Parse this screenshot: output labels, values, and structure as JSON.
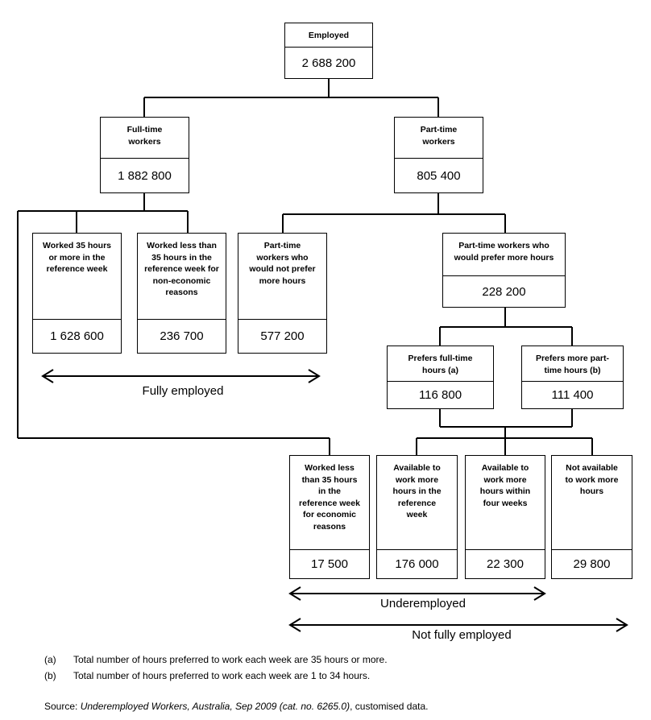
{
  "boxes": {
    "employed": {
      "label": "Employed",
      "value": "2 688 200"
    },
    "fulltime": {
      "label": "Full-time workers",
      "value": "1 882 800"
    },
    "parttime": {
      "label": "Part-time workers",
      "value": "805 400"
    },
    "ft_35plus": {
      "label": "Worked 35 hours or more in the reference week",
      "value": "1 628 600"
    },
    "ft_noneconomic": {
      "label": "Worked less than 35 hours in the reference week for non-economic reasons",
      "value": "236 700"
    },
    "pt_not_prefer": {
      "label": "Part-time workers who would not prefer more hours",
      "value": "577 200"
    },
    "pt_prefer": {
      "label": "Part-time workers who would prefer more hours",
      "value": "228 200"
    },
    "prefers_ft": {
      "label": "Prefers full-time hours (a)",
      "value": "116 800"
    },
    "prefers_pt": {
      "label": "Prefers more part-time hours (b)",
      "value": "111 400"
    },
    "ft_economic": {
      "label": "Worked less than 35 hours in the reference week for economic reasons",
      "value": "17 500"
    },
    "avail_ref": {
      "label": "Available to work more hours in the reference week",
      "value": "176 000"
    },
    "avail_4wk": {
      "label": "Available to work more hours within four weeks",
      "value": "22 300"
    },
    "not_avail": {
      "label": "Not available to work more hours",
      "value": "29 800"
    }
  },
  "captions": {
    "fully_employed": "Fully employed",
    "underemployed": "Underemployed",
    "not_fully_employed": "Not fully employed"
  },
  "notes": [
    {
      "key": "(a)",
      "text": "Total number of hours preferred to work each week are 35 hours or more."
    },
    {
      "key": "(b)",
      "text": "Total number of hours preferred to work each week are 1 to 34 hours."
    }
  ],
  "source": {
    "prefix": "Source: ",
    "title": "Underemployed Workers, Australia, Sep 2009 (cat. no. 6265.0)",
    "suffix": ", customised data."
  }
}
